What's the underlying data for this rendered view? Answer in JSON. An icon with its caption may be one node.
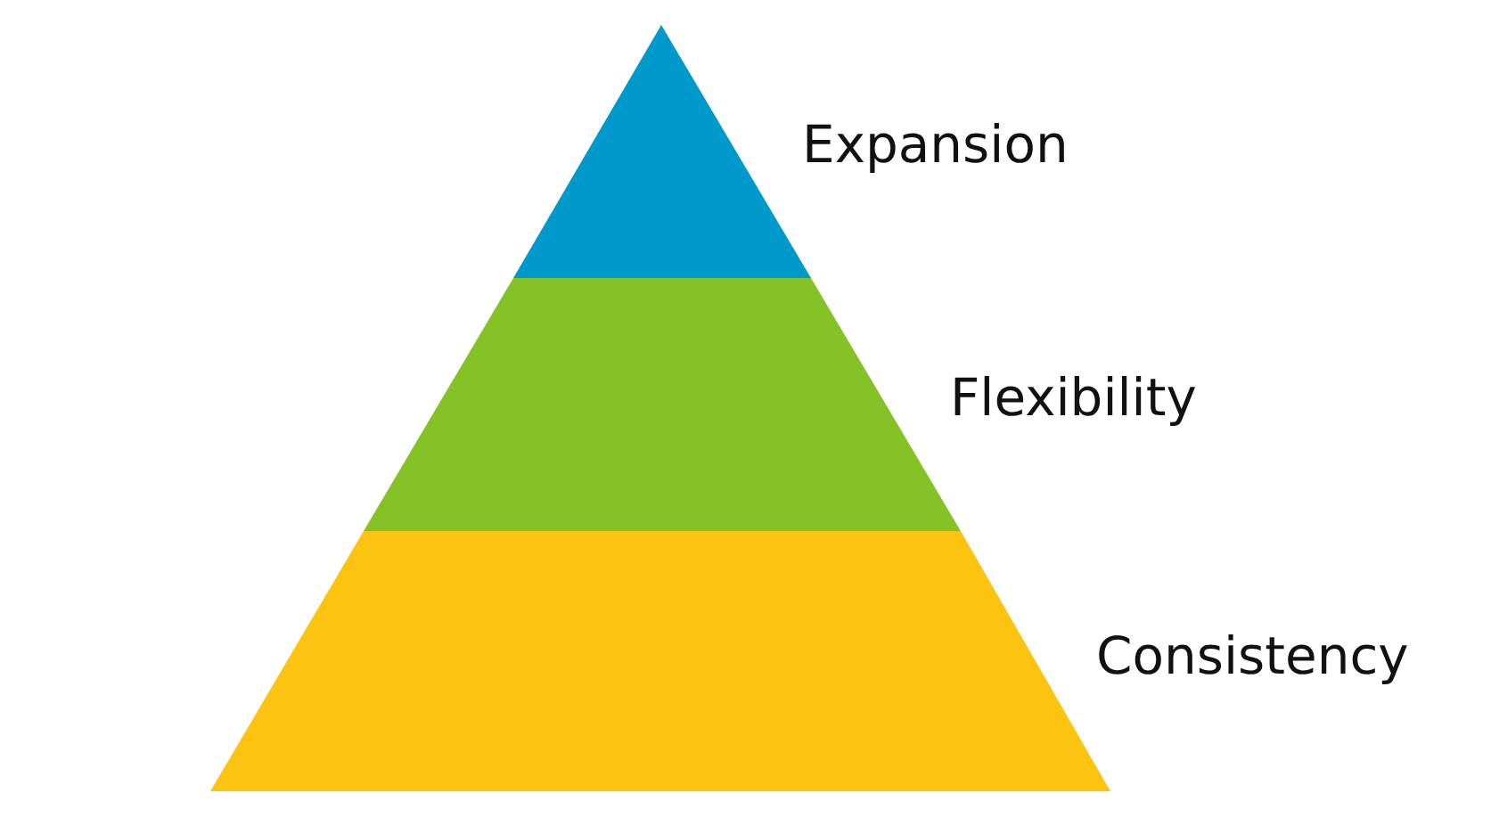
{
  "diagram": {
    "nodes": [
      {
        "text": [],
        "shape": "triangle",
        "beside": [
          "Expansion"
        ]
      },
      {
        "text": [],
        "shape": "trapezoid",
        "beside": [
          "Flexibility"
        ]
      },
      {
        "text": [],
        "shape": "trapezoid",
        "beside": [
          "Consistency"
        ]
      }
    ]
  }
}
